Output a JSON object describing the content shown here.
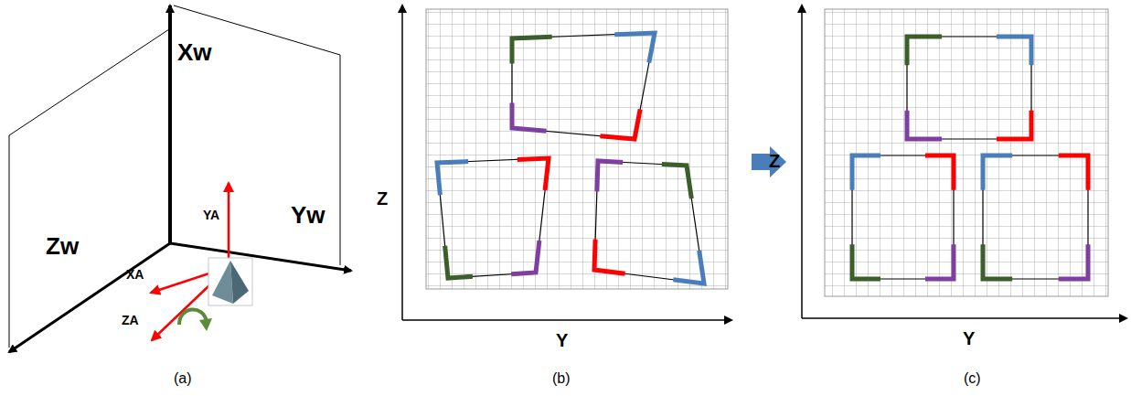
{
  "diagram": {
    "labels": [
      "Xw",
      "Yw",
      "Zw",
      "YA",
      "XA",
      "ZA",
      "Z",
      "Y",
      "Z",
      "Y",
      "(a)",
      "(b)",
      "(c)"
    ]
  }
}
